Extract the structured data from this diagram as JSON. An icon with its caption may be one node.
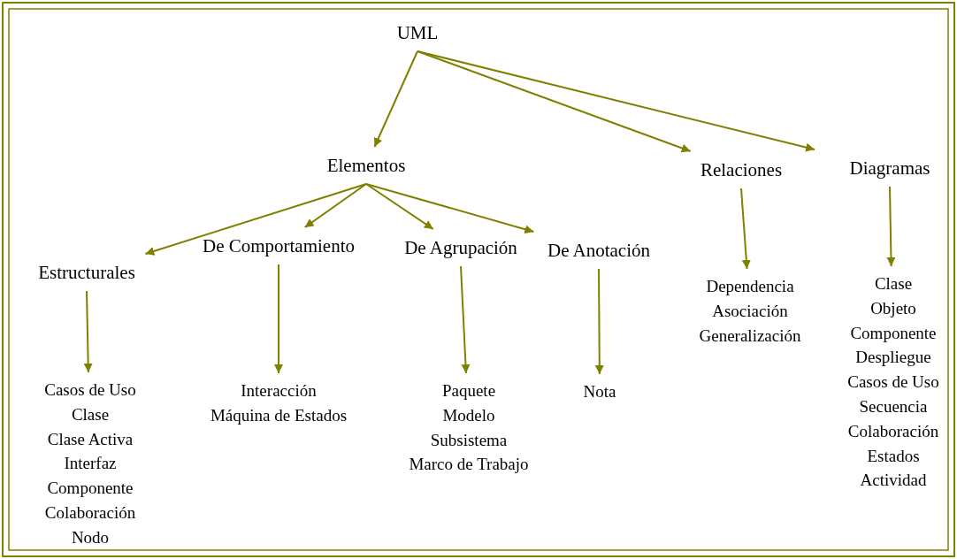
{
  "diagram": {
    "nodes": [
      {
        "text": [
          "UML"
        ]
      },
      {
        "text": [
          "Elementos"
        ]
      },
      {
        "text": [
          "Relaciones"
        ]
      },
      {
        "text": [
          "Diagramas"
        ]
      },
      {
        "text": [
          "Estructurales"
        ]
      },
      {
        "text": [
          "De Comportamiento"
        ]
      },
      {
        "text": [
          "De Agrupación"
        ]
      },
      {
        "text": [
          "De Anotación"
        ]
      },
      {
        "text": [
          "Casos de Uso",
          "Clase",
          "Clase Activa",
          "Interfaz",
          "Componente",
          "Colaboración",
          "Nodo"
        ]
      },
      {
        "text": [
          "Interacción",
          "Máquina de Estados"
        ]
      },
      {
        "text": [
          "Paquete",
          "Modelo",
          "Subsistema",
          "Marco de Trabajo"
        ]
      },
      {
        "text": [
          "Nota"
        ]
      },
      {
        "text": [
          "Dependencia",
          "Asociación",
          "Generalización"
        ]
      },
      {
        "text": [
          "Clase",
          "Objeto",
          "Componente",
          "Despliegue",
          "Casos de Uso",
          "Secuencia",
          "Colaboración",
          "Estados",
          "Actividad"
        ]
      }
    ],
    "edges": [
      {
        "from": 0,
        "to": 1,
        "arrow": "to"
      },
      {
        "from": 0,
        "to": 2,
        "arrow": "to"
      },
      {
        "from": 0,
        "to": 3,
        "arrow": "to"
      },
      {
        "from": 1,
        "to": 4,
        "arrow": "to"
      },
      {
        "from": 1,
        "to": 5,
        "arrow": "to"
      },
      {
        "from": 1,
        "to": 6,
        "arrow": "to"
      },
      {
        "from": 1,
        "to": 7,
        "arrow": "to"
      },
      {
        "from": 4,
        "to": 8,
        "arrow": "to"
      },
      {
        "from": 5,
        "to": 9,
        "arrow": "to"
      },
      {
        "from": 6,
        "to": 10,
        "arrow": "to"
      },
      {
        "from": 7,
        "to": 11,
        "arrow": "to"
      },
      {
        "from": 2,
        "to": 12,
        "arrow": "to"
      },
      {
        "from": 3,
        "to": 13,
        "arrow": "to"
      }
    ]
  }
}
